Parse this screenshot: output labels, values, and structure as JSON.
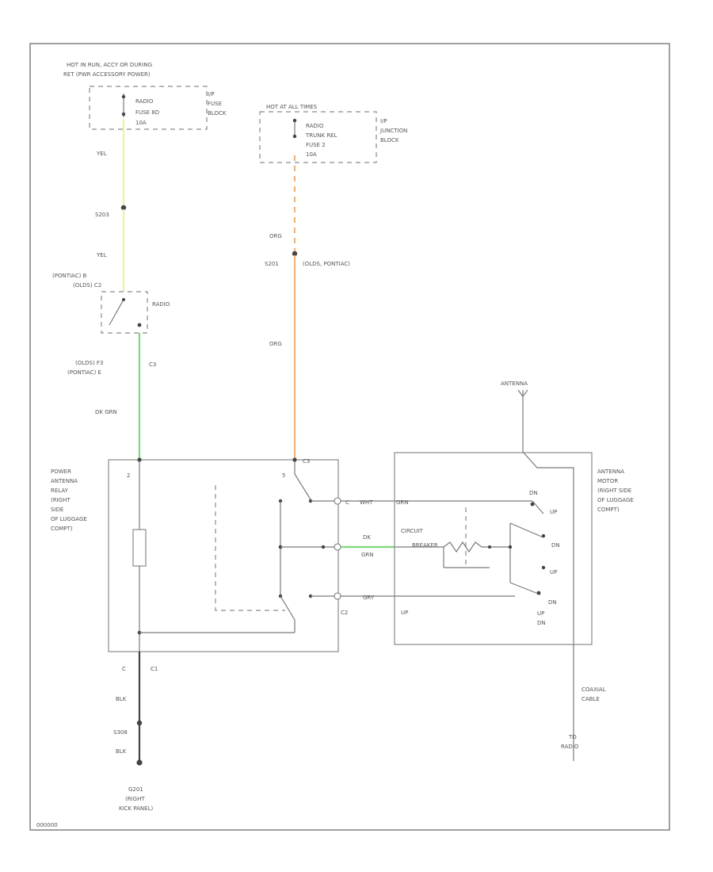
{
  "colors": {
    "yellow_wire": "#f2f0a0",
    "orange_wire": "#f4b47a",
    "green_wire": "#7ed87a",
    "black_wire": "#444444",
    "frame": "#777777"
  },
  "labels": {
    "hot_power": [
      "HOT IN RUN, ACCY OR DURING",
      "RET (PWR ACCESSORY POWER)"
    ],
    "radio_fuse": [
      "RADIO",
      "FUSE 8D",
      "10A"
    ],
    "ip_fuse_block": [
      "I/P",
      "FUSE",
      "BLOCK"
    ],
    "hot_at_all_times": "HOT AT ALL TIMES",
    "radio_trunk_fuse": [
      "RADIO",
      "TRUNK REL",
      "FUSE 2",
      "10A"
    ],
    "ip_junction_block": [
      "I/P",
      "JUNCTION",
      "BLOCK"
    ],
    "yel_upper": "YEL",
    "s203": "S203",
    "yel_lower": "YEL",
    "pontiac_b": "(PONTIAC) B",
    "olds_c2": "(OLDS) C2",
    "radio_switch": "RADIO",
    "olds_f3": "(OLDS) F3",
    "pontiac_e": "(PONTIAC)  E",
    "c3": "C3",
    "dk_grn": "DK GRN",
    "org_upper": "ORG",
    "s201": "S201",
    "olds_pontiac": "(OLDS, PONTIAC)",
    "org_lower": "ORG",
    "antenna": "ANTENNA",
    "relay_title": [
      "POWER",
      "ANTENNA",
      "RELAY",
      "(RIGHT",
      "SIDE",
      "OF LUGGAGE",
      "COMPT)"
    ],
    "motor_title": [
      "ANTENNA",
      "MOTOR",
      "(RIGHT SIDE",
      "OF LUGGAGE",
      "COMPT)"
    ],
    "pin_2": "2",
    "pin_5": "5",
    "c3_top": "C3",
    "pin_c": "C",
    "wht": "WHT",
    "grn": "GRN",
    "dk_grn_mid": [
      "DK",
      "GRN"
    ],
    "circuit_breaker": [
      "CIRCUIT",
      "BREAKER"
    ],
    "gry": "GRY",
    "c2": "C2",
    "dn_top": "DN",
    "up_top": "UP",
    "dn_mid": "DN",
    "up_mid": "UP",
    "dn_right": "DN",
    "up_left": "UP",
    "up_dn_bottom": [
      "UP",
      "DN"
    ],
    "pin_c_bottom": "C",
    "c1": "C1",
    "blk_upper": "BLK",
    "s308": "S308",
    "blk_lower": "BLK",
    "ground": [
      "G201",
      "(RIGHT",
      "KICK PANEL)"
    ],
    "coaxial": [
      "COAXIAL",
      "CABLE"
    ],
    "to_radio": [
      "TO",
      "RADIO"
    ],
    "figure_id": "000000"
  }
}
